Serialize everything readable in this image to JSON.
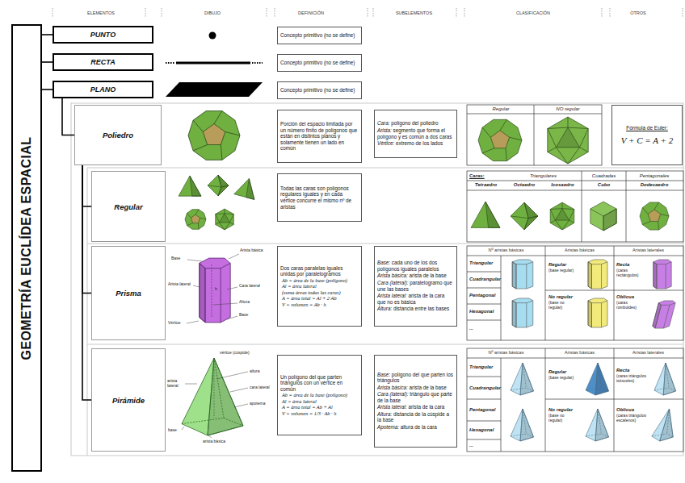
{
  "diagram": {
    "nodes": [
      {
        "text": [
          "GEOMETRÍA EUCLÍDEA ESPACIAL"
        ]
      },
      {
        "text": [
          "PUNTO"
        ]
      },
      {
        "text": [
          "Concepto primitivo (no se define)"
        ]
      },
      {
        "text": [
          "RECTA"
        ]
      },
      {
        "text": [
          "Concepto primitivo (no se define)"
        ]
      },
      {
        "text": [
          "PLANO"
        ]
      },
      {
        "text": [
          "Concepto primitivo (no se define)"
        ]
      },
      {
        "text": [
          "Poliedro"
        ]
      },
      {
        "text": [
          "Porción del espacio limitada por un número finito de polígonos que están en distintos planos y solamente tienen un lado en común"
        ]
      },
      {
        "text": [
          "Cara: polígono del poliedro",
          "Arista: segmento que forma el polígono y es común a dos caras",
          "Vértice: extremo de los lados"
        ]
      },
      {
        "text": [
          "Fórmula de Euler:",
          "V + C = A + 2"
        ]
      },
      {
        "text": [
          "Regular"
        ]
      },
      {
        "text": [
          "Todas las caras son polígonos regulares iguales y en cada vértice concurre el mismo nº de aristas"
        ]
      },
      {
        "text": [
          "Prisma"
        ]
      },
      {
        "text": [
          "Dos caras paralelas iguales unidas por paralelogramos",
          "Ab = área de la base (polígono)",
          "Al = área lateral",
          "(suma áreas todas las caras)",
          "A = área total = Al + 2·Ab",
          "V = volumen = Ab · h"
        ]
      },
      {
        "text": [
          "Base: cada uno de los dos polígonos iguales paralelos",
          "Arista básica: arista de la base",
          "Cara (lateral): paralelogramo que une las bases",
          "Arista lateral: arista de la cara que no es básica",
          "Altura: distancia entre las bases"
        ]
      },
      {
        "text": [
          "Pirámide"
        ]
      },
      {
        "text": [
          "Un polígono del que parten triángulos con un vértice en común",
          "Ab = área de la base (polígono)",
          "Al = área lateral",
          "A = área total = Ab + Al",
          "V = volumen = 1/3 · Ab · h"
        ]
      },
      {
        "text": [
          "Base: polígono del que parten los triángulos",
          "Arista básica: arista de la base",
          "Cara (lateral): triángulo que parte de la base",
          "Arista lateral: arista de la cara",
          "Altura: distancia de la cúspide a la base",
          "Apotema: altura de la cara"
        ]
      }
    ],
    "edges": [
      {
        "from": 0,
        "to": 1,
        "arrow": "none"
      },
      {
        "from": 0,
        "to": 3,
        "arrow": "none"
      },
      {
        "from": 0,
        "to": 5,
        "arrow": "none"
      },
      {
        "from": 5,
        "to": 7,
        "arrow": "none"
      },
      {
        "from": 7,
        "to": 11,
        "arrow": "none"
      },
      {
        "from": 7,
        "to": 13,
        "arrow": "none"
      },
      {
        "from": 7,
        "to": 16,
        "arrow": "none"
      }
    ],
    "labels": [
      "ELEMENTOS",
      "DIBUJO",
      "DEFINICIÓN",
      "SUBELEMENTOS",
      "CLASIFICACIÓN",
      "OTROS",
      "Base",
      "Arista básica",
      "Arista lateral",
      "Cara lateral",
      "Altura",
      "Vértice",
      "Base",
      "h",
      "vértice (cúspide)",
      "altura",
      "cara lateral",
      "apotema",
      "arista lateral",
      "base",
      "arista básica",
      "Regular",
      "NO regular",
      "Caras:",
      "Triangulares",
      "Cuadradas",
      "Pentagonales",
      "Tetraedro",
      "Octaedro",
      "Icosaedro",
      "Cubo",
      "Dodecaedro",
      "Nº aristas básicas",
      "Aristas básicas",
      "Aristas laterales",
      "Triangular",
      "Cuadrangular",
      "Pentagonal",
      "Hexagonal",
      "...",
      "Regular",
      "(base regular)",
      "No regular",
      "(base no regular)",
      "Recta",
      "(caras rectángulos)",
      "Oblicua",
      "(caras romboides)",
      "Nº aristas básicas",
      "Aristas básicas",
      "Aristas laterales",
      "Triangular",
      "Cuadrangular",
      "Pentagonal",
      "Hexagonal",
      "...",
      "Regular",
      "(base regular)",
      "No regular",
      "(base no regular)",
      "Recta",
      "(caras triángulos isósceles)",
      "Oblicua",
      "(caras triángulos escalenos)"
    ]
  }
}
